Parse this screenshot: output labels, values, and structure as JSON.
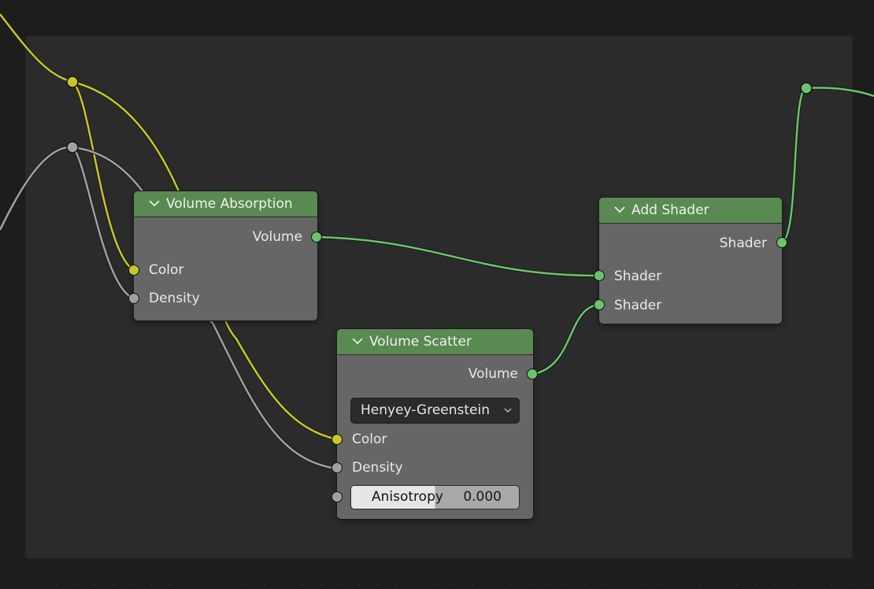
{
  "nodes": {
    "volume_absorption": {
      "title": "Volume Absorption",
      "output_label": "Volume",
      "inputs": [
        "Color",
        "Density"
      ]
    },
    "volume_scatter": {
      "title": "Volume Scatter",
      "output_label": "Volume",
      "phase_dropdown": "Henyey-Greenstein",
      "inputs": [
        "Color",
        "Density"
      ],
      "anisotropy_label": "Anisotropy",
      "anisotropy_value": "0.000",
      "anisotropy_fraction": 0.5
    },
    "add_shader": {
      "title": "Add Shader",
      "output_label": "Shader",
      "inputs": [
        "Shader",
        "Shader"
      ]
    }
  },
  "colors": {
    "background": "#1d1d1d",
    "frame": "#2b2b2b",
    "node_body": "#666666",
    "shader_header": "#598a51",
    "shader_socket": "#6bc46b",
    "color_socket": "#c7c729",
    "float_socket": "#a1a1a1"
  },
  "icons": {
    "collapse": "chevron-down-icon",
    "dropdown": "chevron-down-icon"
  }
}
